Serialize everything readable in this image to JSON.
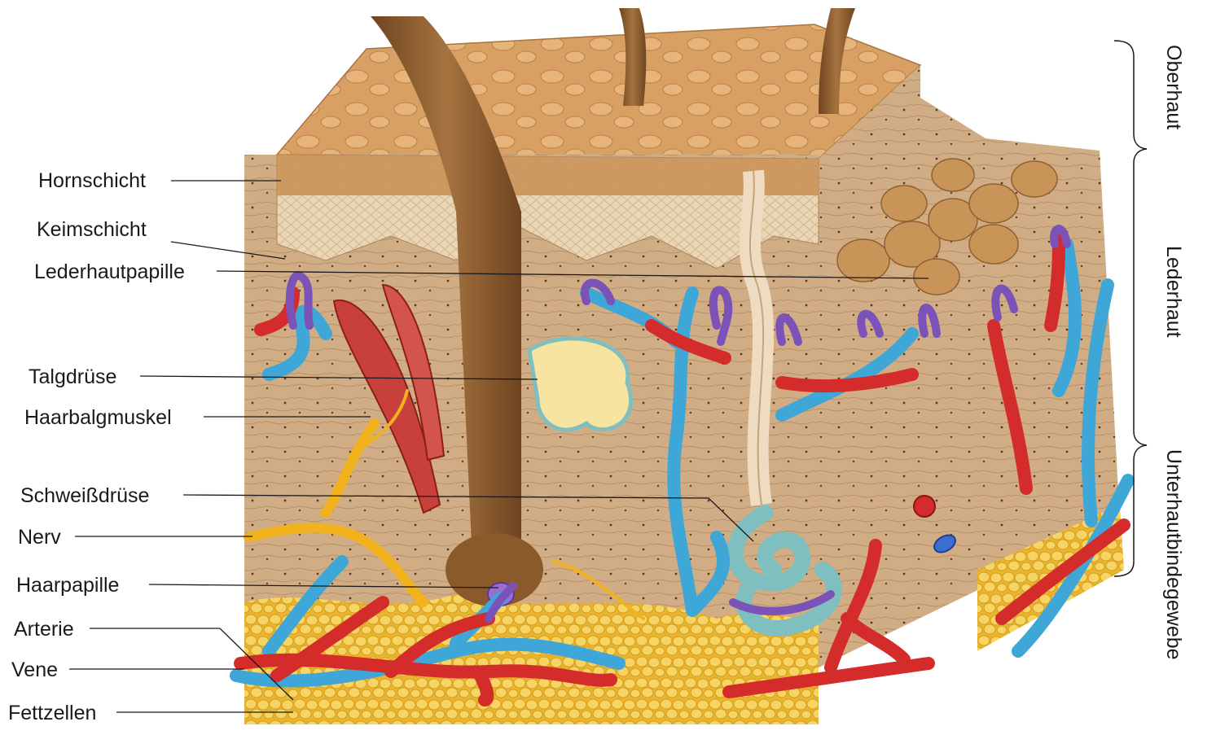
{
  "labels": {
    "hornschicht": "Hornschicht",
    "keimschicht": "Keimschicht",
    "lederhautpapille": "Lederhautpapille",
    "talgdruese": "Talgdrüse",
    "haarbalgmuskel": "Haarbalgmuskel",
    "schweissdruese": "Schweißdrüse",
    "nerv": "Nerv",
    "haarpapille": "Haarpapille",
    "arterie": "Arterie",
    "vene": "Vene",
    "fettzellen": "Fettzellen"
  },
  "layers": {
    "oberhaut": "Oberhaut",
    "lederhaut": "Lederhaut",
    "unterhautbindegewebe": "Unterhautbindegewebe"
  },
  "colors": {
    "skin_top": "#d9a266",
    "dermis": "#d3b08a",
    "epidermis_cells": "#e8d2b0",
    "fat": "#f4c93e",
    "artery": "#d42b2b",
    "vein": "#3fa6d8",
    "capillary": "#7b52b8",
    "muscle": "#c8403a",
    "nerve": "#f2b21c",
    "hair": "#8a5a2b",
    "sebaceous": "#f6e4a0",
    "sweat_gland": "#7fbfbf"
  }
}
